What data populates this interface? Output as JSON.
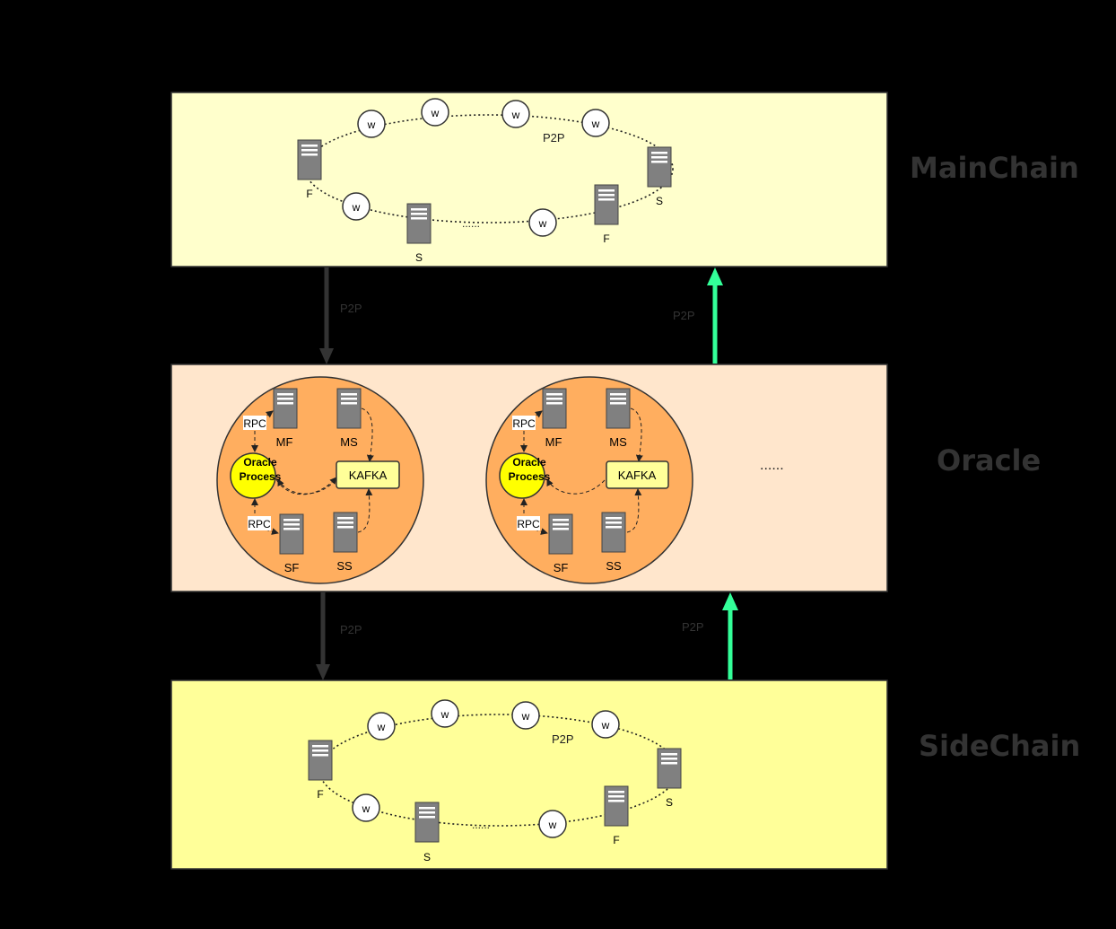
{
  "layers": {
    "main_chain": "MainChain",
    "oracle": "Oracle",
    "side_chain": "SideChain"
  },
  "ring": {
    "worker": "w",
    "p2p": "P2P",
    "ellipsis": "......",
    "full_node": "F",
    "super_node": "S"
  },
  "links": {
    "down_top": "P2P",
    "up_top": "P2P",
    "down_bottom": "P2P",
    "up_bottom": "P2P"
  },
  "oracle_cluster": {
    "rpc": "RPC",
    "mf": "MF",
    "ms": "MS",
    "sf": "SF",
    "ss": "SS",
    "kafka": "KAFKA",
    "process_line1": "Oracle",
    "process_line2": "Process"
  },
  "oracle_more": "......",
  "colors": {
    "main_chain_bg": "#ffffcc",
    "oracle_bg": "#ffe6cc",
    "side_chain_bg": "#ffff99",
    "cluster_fill": "#ffae5f",
    "process_fill": "#ffff00",
    "kafka_fill": "#ffff99",
    "up_arrow": "#33ff99",
    "down_arrow": "#333333",
    "server": "#808080"
  }
}
